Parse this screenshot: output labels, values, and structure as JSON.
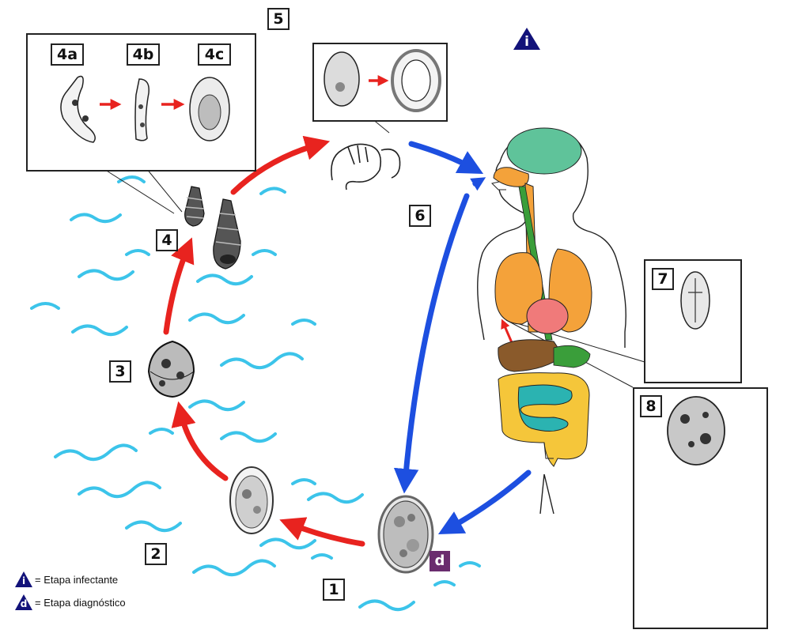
{
  "steps": {
    "s1": "1",
    "s2": "2",
    "s3": "3",
    "s4": "4",
    "s4a": "4a",
    "s4b": "4b",
    "s4c": "4c",
    "s5": "5",
    "s6": "6",
    "s7": "7",
    "s8": "8"
  },
  "badges": {
    "infective": "i",
    "diagnostic": "d"
  },
  "legend": {
    "infective_label": "= Etapa infectante",
    "diagnostic_label": "= Etapa diagnóstico"
  },
  "colors": {
    "water": "#3cc4ea",
    "environment_arrow": "#e8231f",
    "human_arrow": "#1d4fe0",
    "badge_infective": "#12127a",
    "badge_diagnostic": "#6a2c6e",
    "brain": "#5fc39a",
    "lungs": "#f4a23a",
    "heart": "#f07a7a",
    "liver": "#8a5a2b",
    "intestine_large": "#f5c63a",
    "intestine_small": "#2bb3b1",
    "esophagus": "#3a9e3a"
  },
  "icons": {
    "snail": "snail-icon",
    "egg": "egg-icon",
    "miracidium": "miracidium-icon",
    "cercaria": "cercaria-icon",
    "human": "human-body-icon"
  }
}
